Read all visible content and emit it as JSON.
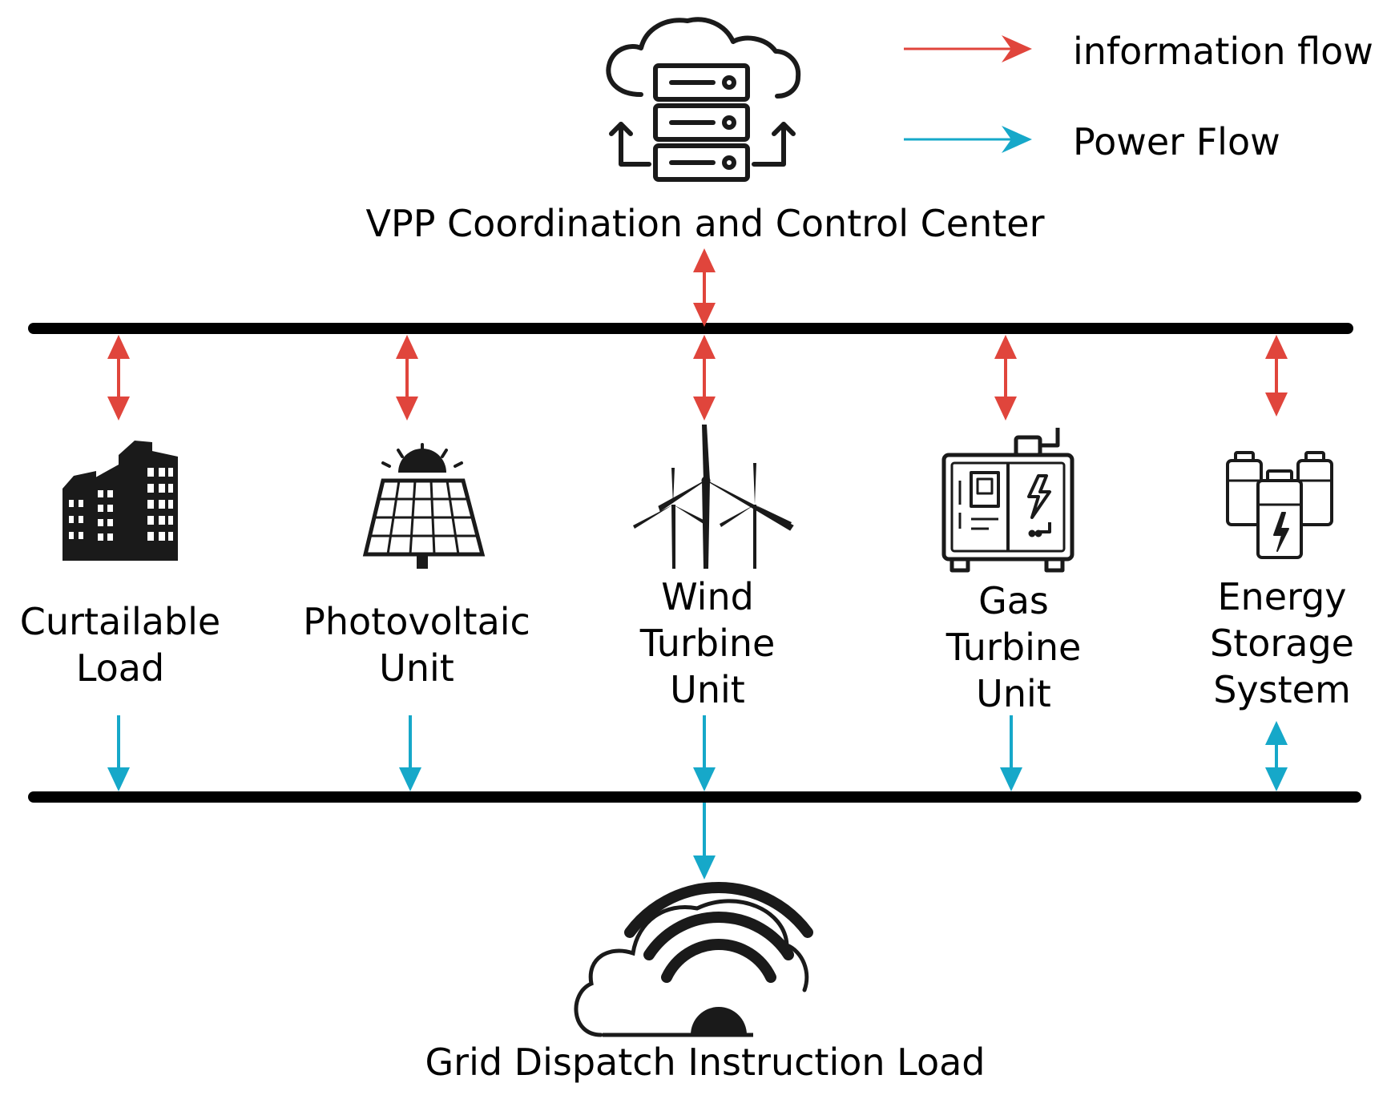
{
  "legend": {
    "info_label": "information flow",
    "power_label": "Power Flow"
  },
  "colors": {
    "info_flow": "#e0453c",
    "power_flow": "#16a8c9",
    "bus": "#000000",
    "icon": "#1a1a1a"
  },
  "top_node": {
    "label": "VPP Coordination and Control Center",
    "icon": "cloud-server-icon"
  },
  "bottom_node": {
    "label": "Grid Dispatch Instruction Load",
    "icon": "cloud-wifi-icon"
  },
  "units": [
    {
      "lines": [
        "Curtailable",
        "Load"
      ],
      "icon": "buildings-icon",
      "power_flow": "down"
    },
    {
      "lines": [
        "Photovoltaic",
        "Unit"
      ],
      "icon": "solar-panel-icon",
      "power_flow": "down"
    },
    {
      "lines": [
        "Wind",
        "Turbine",
        "Unit"
      ],
      "icon": "wind-turbine-icon",
      "power_flow": "down"
    },
    {
      "lines": [
        "Gas",
        "Turbine",
        "Unit"
      ],
      "icon": "gas-generator-icon",
      "power_flow": "down"
    },
    {
      "lines": [
        "Energy",
        "Storage",
        "System"
      ],
      "icon": "battery-icon",
      "power_flow": "bidirectional"
    }
  ]
}
